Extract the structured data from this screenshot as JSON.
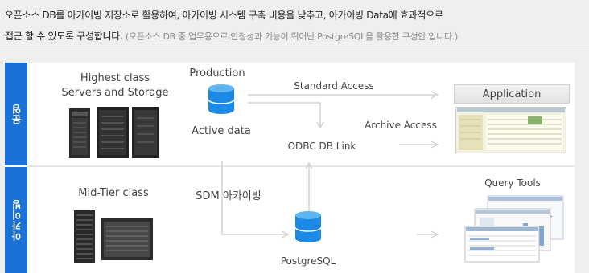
{
  "intro": {
    "line1": "오픈소스 DB를 아카이빙 저장소로 활용하여, 아카이빙 시스템 구축 비용을 낮추고, 아카이빙 Data에 효과적으로",
    "line2_main": "접근 할 수 있도록 구성합니다.",
    "line2_note": "(오픈소스 DB 중 업무용으로 안정성과 기능이 뛰어난 PostgreSQL을 활용한 구성안 입니다.)"
  },
  "bands": {
    "top": "운영",
    "bottom": "아카이빙"
  },
  "top_row": {
    "server_caption_1": "Highest class",
    "server_caption_2": "Servers and Storage",
    "db_title": "Production",
    "db_label": "Active data",
    "standard_access": "Standard Access",
    "archive_access": "Archive Access",
    "odbc": "ODBC DB Link",
    "app_label": "Application"
  },
  "bottom_row": {
    "server_caption": "Mid-Tier class",
    "sdm": "SDM 아카이빙",
    "db_label": "PostgreSQL",
    "tools_label": "Query Tools"
  },
  "colors": {
    "band": "#1a72d6",
    "cylinder": "#1a8ae6",
    "arrow": "#d4d4d4"
  }
}
